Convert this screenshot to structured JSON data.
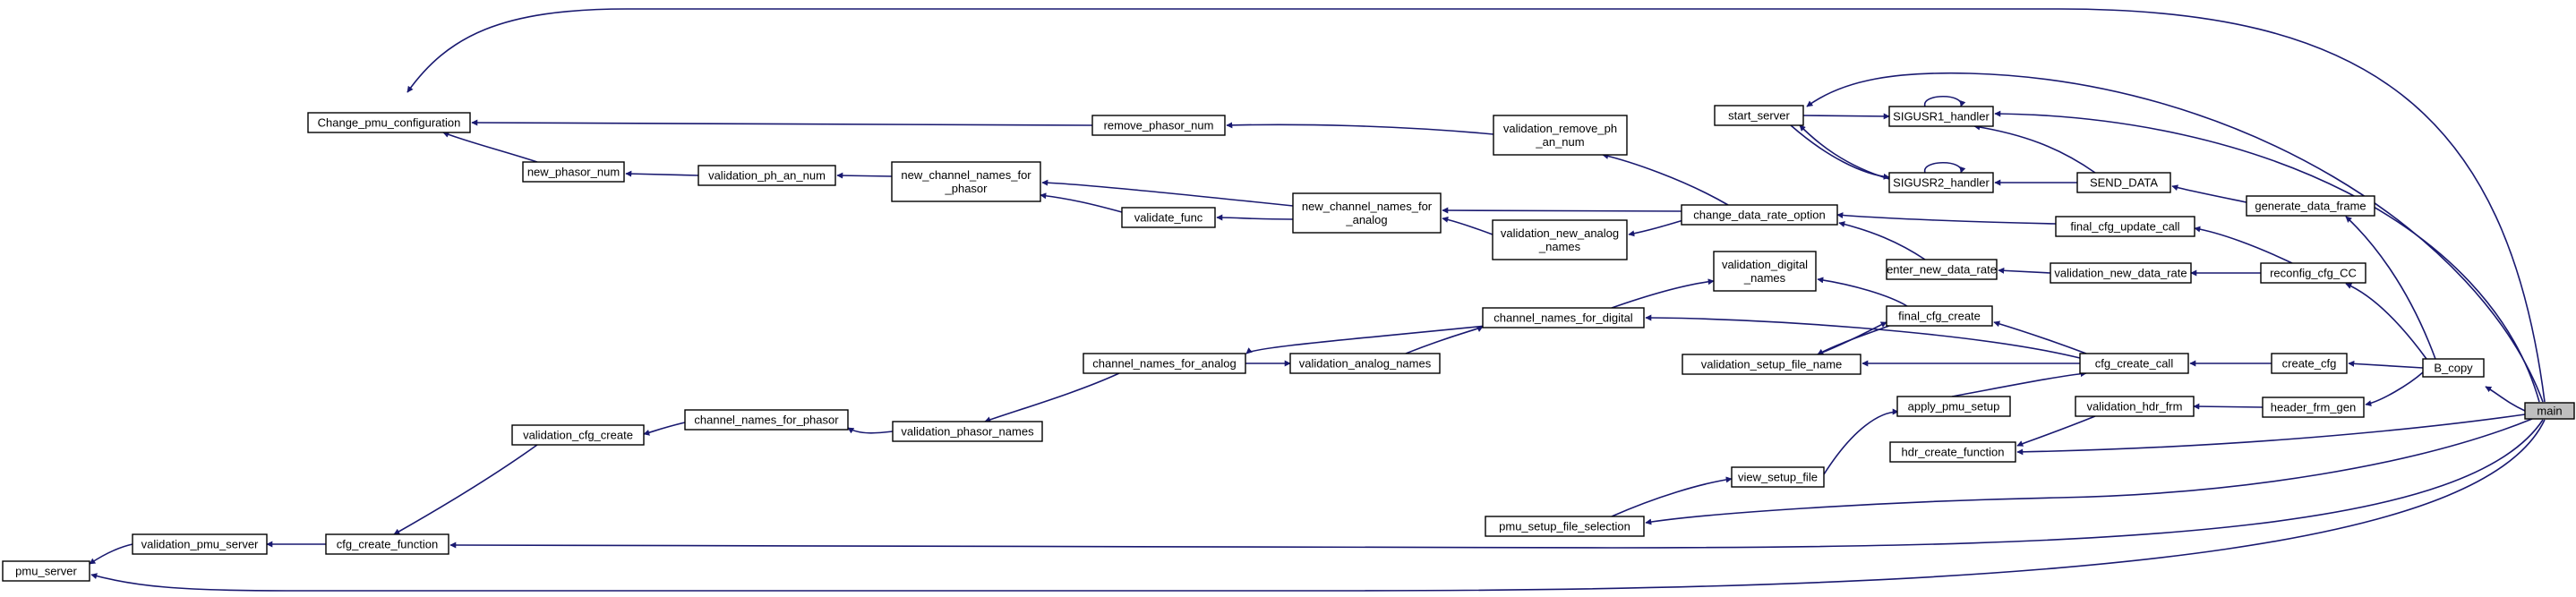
{
  "diagram": {
    "type": "call-graph",
    "edge_color": "#191970",
    "highlight_fill": "#bfbfbf",
    "nodes": [
      {
        "id": "main",
        "label": [
          "main"
        ],
        "highlight": true
      },
      {
        "id": "B_copy",
        "label": [
          "B_copy"
        ]
      },
      {
        "id": "pmu_server",
        "label": [
          "pmu_server"
        ]
      },
      {
        "id": "validation_pmu_server",
        "label": [
          "validation_pmu_server"
        ]
      },
      {
        "id": "cfg_create_function",
        "label": [
          "cfg_create_function"
        ]
      },
      {
        "id": "validation_cfg_create",
        "label": [
          "validation_cfg_create"
        ]
      },
      {
        "id": "channel_names_for_phasor",
        "label": [
          "channel_names_for_phasor"
        ]
      },
      {
        "id": "validation_phasor_names",
        "label": [
          "validation_phasor_names"
        ]
      },
      {
        "id": "channel_names_for_analog",
        "label": [
          "channel_names_for_analog"
        ]
      },
      {
        "id": "validation_analog_names",
        "label": [
          "validation_analog_names"
        ]
      },
      {
        "id": "channel_names_for_digital",
        "label": [
          "channel_names_for_digital"
        ]
      },
      {
        "id": "validation_digital_names",
        "label": [
          "validation_digital",
          "_names"
        ]
      },
      {
        "id": "final_cfg_create",
        "label": [
          "final_cfg_create"
        ]
      },
      {
        "id": "validation_setup_file_name",
        "label": [
          "validation_setup_file_name"
        ]
      },
      {
        "id": "cfg_create_call",
        "label": [
          "cfg_create_call"
        ]
      },
      {
        "id": "create_cfg",
        "label": [
          "create_cfg"
        ]
      },
      {
        "id": "apply_pmu_setup",
        "label": [
          "apply_pmu_setup"
        ]
      },
      {
        "id": "view_setup_file",
        "label": [
          "view_setup_file"
        ]
      },
      {
        "id": "pmu_setup_file_selection",
        "label": [
          "pmu_setup_file_selection"
        ]
      },
      {
        "id": "validation_hdr_frm",
        "label": [
          "validation_hdr_frm"
        ]
      },
      {
        "id": "hdr_create_function",
        "label": [
          "hdr_create_function"
        ]
      },
      {
        "id": "header_frm_gen",
        "label": [
          "header_frm_gen"
        ]
      },
      {
        "id": "Change_pmu_configuration",
        "label": [
          "Change_pmu_configuration"
        ]
      },
      {
        "id": "remove_phasor_num",
        "label": [
          "remove_phasor_num"
        ]
      },
      {
        "id": "validation_remove_phan_num",
        "label": [
          "validation_remove_ph",
          "_an_num"
        ]
      },
      {
        "id": "new_phasor_num",
        "label": [
          "new_phasor_num"
        ]
      },
      {
        "id": "validation_ph_an_num",
        "label": [
          "validation_ph_an_num"
        ]
      },
      {
        "id": "new_channel_names_for_phasor",
        "label": [
          "new_channel_names_for",
          "_phasor"
        ]
      },
      {
        "id": "validate_func",
        "label": [
          "validate_func"
        ]
      },
      {
        "id": "new_channel_names_for_analog",
        "label": [
          "new_channel_names_for",
          "_analog"
        ]
      },
      {
        "id": "validation_new_analog_names",
        "label": [
          "validation_new_analog",
          "_names"
        ]
      },
      {
        "id": "change_data_rate_option",
        "label": [
          "change_data_rate_option"
        ]
      },
      {
        "id": "enter_new_data_rate",
        "label": [
          "enter_new_data_rate"
        ]
      },
      {
        "id": "validation_new_data_rate",
        "label": [
          "validation_new_data_rate"
        ]
      },
      {
        "id": "reconfig_cfg_CC",
        "label": [
          "reconfig_cfg_CC"
        ]
      },
      {
        "id": "final_cfg_update_call",
        "label": [
          "final_cfg_update_call"
        ]
      },
      {
        "id": "start_server",
        "label": [
          "start_server"
        ]
      },
      {
        "id": "SIGUSR1_handler",
        "label": [
          "SIGUSR1_handler"
        ]
      },
      {
        "id": "SIGUSR2_handler",
        "label": [
          "SIGUSR2_handler"
        ]
      },
      {
        "id": "SEND_DATA",
        "label": [
          "SEND_DATA"
        ]
      },
      {
        "id": "generate_data_frame",
        "label": [
          "generate_data_frame"
        ]
      }
    ]
  }
}
